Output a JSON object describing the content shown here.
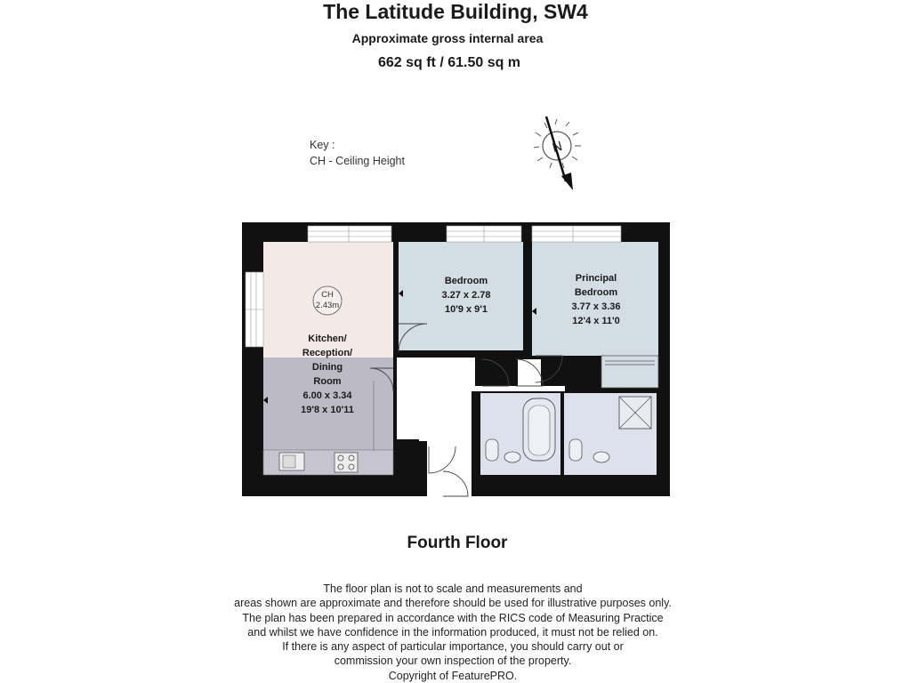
{
  "header": {
    "title": "The Latitude Building, SW4",
    "subtitle": "Approximate gross internal area",
    "area": "662 sq ft  / 61.50 sq m"
  },
  "key": {
    "heading": "Key :",
    "entry": "CH - Ceiling Height"
  },
  "compass": {
    "letter": "N"
  },
  "ceiling_marker": {
    "label": "CH",
    "value": "2.43m"
  },
  "rooms": {
    "kitchen": {
      "name_lines": [
        "Kitchen/",
        "Reception/",
        "Dining",
        "Room"
      ],
      "metric": "6.00 x 3.34",
      "imperial": "19'8 x 10'11"
    },
    "bedroom": {
      "name": "Bedroom",
      "metric": "3.27 x 2.78",
      "imperial": "10'9 x 9'1"
    },
    "principal": {
      "name_lines": [
        "Principal",
        "Bedroom"
      ],
      "metric": "3.77 x 3.36",
      "imperial": "12'4 x 11'0"
    }
  },
  "colors": {
    "wall": "#111111",
    "kitchen_upper": "#f3e9e6",
    "kitchen_lower": "#bcbac5",
    "bedroom": "#d3dde4",
    "bathroom": "#dde1ec",
    "hall": "#ffffff"
  },
  "floor_label": "Fourth Floor",
  "disclaimer": [
    "The floor plan is not to scale and measurements and",
    "areas shown are approximate and therefore should be used for illustrative purposes only.",
    "The plan has been prepared in accordance with the RICS code of Measuring Practice",
    "and whilst we have confidence in the information produced, it must not be relied on.",
    "If there is any aspect of particular importance, you should carry out or",
    "commission your own inspection of the property.",
    "Copyright of FeaturePRO."
  ]
}
